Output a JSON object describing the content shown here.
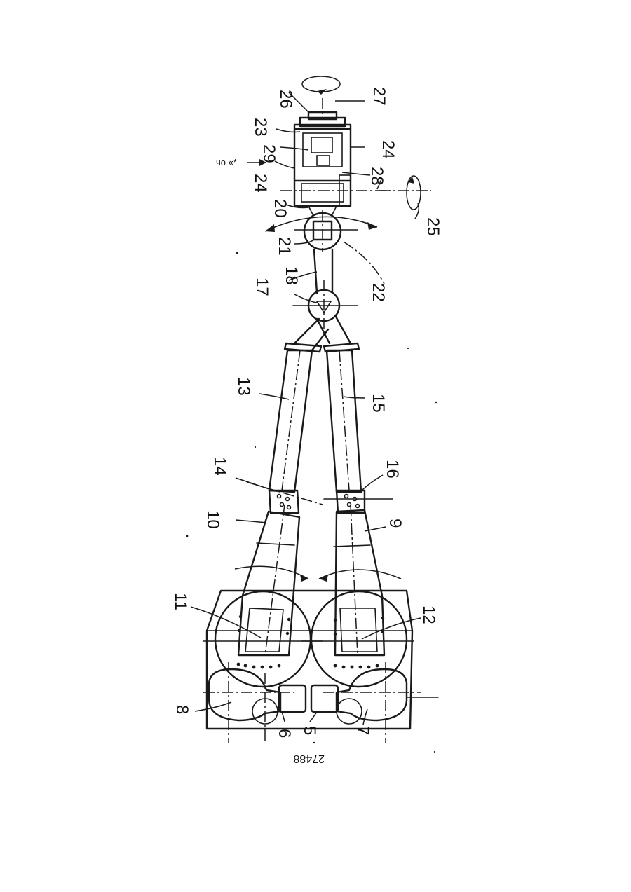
{
  "figure": {
    "stray_text": "чо «*",
    "drawing_number": "27488",
    "reference_numerals": {
      "n5": "5",
      "n6": "6",
      "n7": "7",
      "n8": "8",
      "n9": "9",
      "n10": "10",
      "n11": "11",
      "n12": "12",
      "n13": "13",
      "n14": "14",
      "n15": "15",
      "n16": "16",
      "n17": "17",
      "n18": "18",
      "n20": "20",
      "n21": "21",
      "n22": "22",
      "n23": "23",
      "n24a": "24",
      "n24b": "24",
      "n25": "25",
      "n26": "26",
      "n27": "27",
      "n28": "28",
      "n29": "29"
    }
  }
}
